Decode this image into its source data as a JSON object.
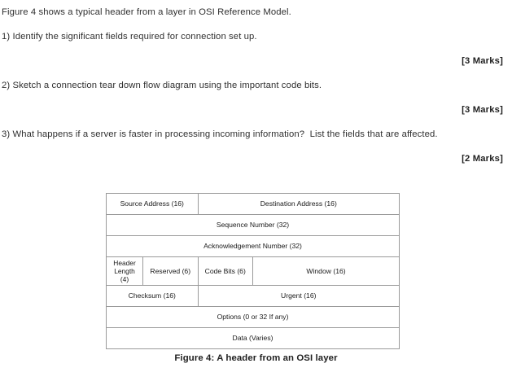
{
  "document": {
    "intro": "Figure 4 shows a typical header from a layer in OSI Reference Model.",
    "questions": [
      {
        "text": "1) Identify the significant fields required for connection set up.",
        "marks": "[3 Marks]"
      },
      {
        "text": "2) Sketch a connection tear down flow diagram using the important code bits.",
        "marks": "[3 Marks]"
      },
      {
        "text": "3) What happens if a server is faster in processing incoming information?  List the fields that are affected.",
        "marks": "[2 Marks]"
      }
    ]
  },
  "figure": {
    "caption": "Figure 4: A header from an OSI layer",
    "rows": [
      {
        "cells": [
          {
            "label": "Source Address (16)",
            "span": 4
          },
          {
            "label": "Destination Address (16)",
            "span": 4
          }
        ]
      },
      {
        "cells": [
          {
            "label": "Sequence Number (32)",
            "span": 8
          }
        ]
      },
      {
        "cells": [
          {
            "label": "Acknowledgement Number (32)",
            "span": 8
          }
        ]
      },
      {
        "cells": [
          {
            "label": "Header Length (4)",
            "span": 1
          },
          {
            "label": "Reserved (6)",
            "span": 1.5
          },
          {
            "label": "Code Bits (6)",
            "span": 1.5
          },
          {
            "label": "Window (16)",
            "span": 4
          }
        ]
      },
      {
        "cells": [
          {
            "label": "Checksum (16)",
            "span": 4
          },
          {
            "label": "Urgent (16)",
            "span": 4
          }
        ]
      },
      {
        "cells": [
          {
            "label": "Options (0 or 32 If any)",
            "span": 8
          }
        ]
      },
      {
        "cells": [
          {
            "label": "Data (Varies)",
            "span": 8
          }
        ]
      }
    ],
    "header_length_lines": [
      "Header",
      "Length",
      "(4)"
    ]
  },
  "colors": {
    "page_background": "#ffffff",
    "body_text": "#303030",
    "emphasis_text": "#1f1f1f",
    "table_border": "#9a9a9a",
    "table_text": "#1a1a1a"
  }
}
